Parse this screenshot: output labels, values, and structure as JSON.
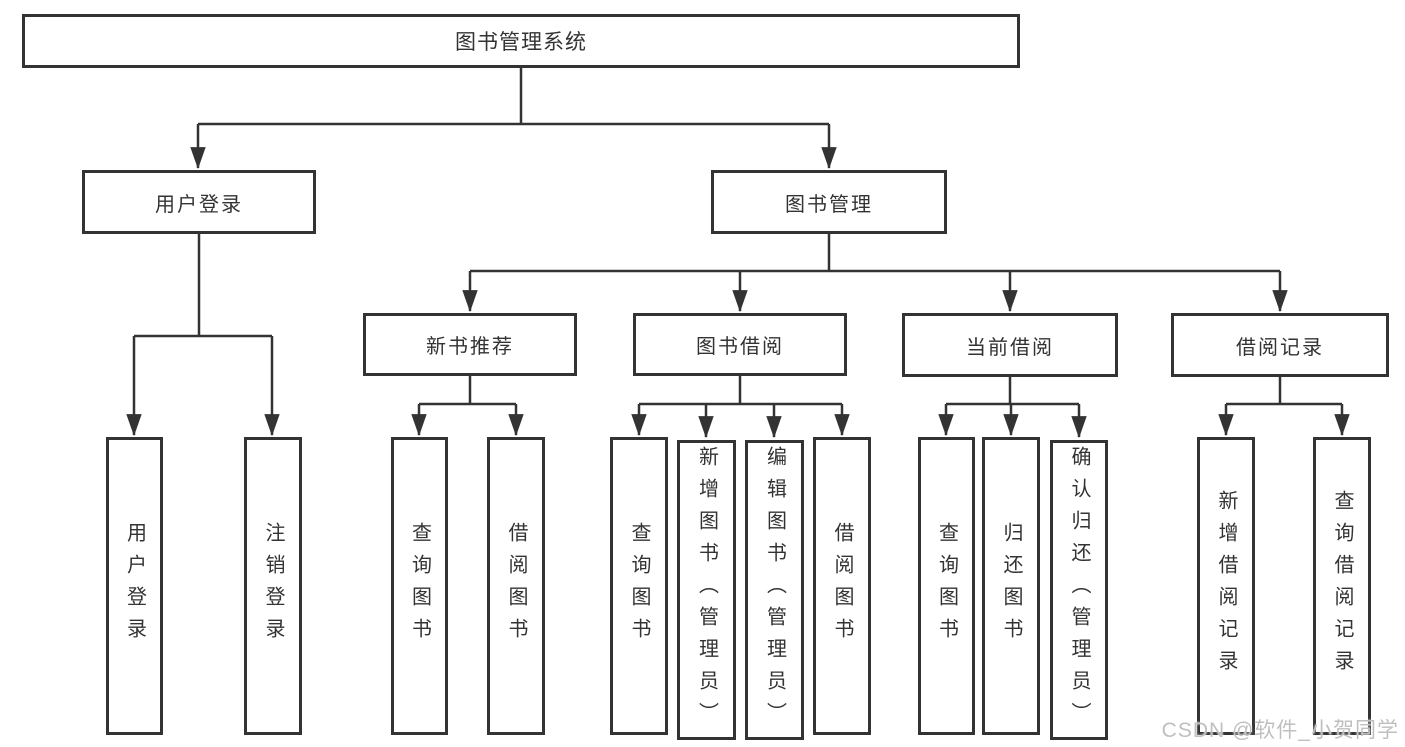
{
  "diagram_title": "图书管理系统",
  "nodes": {
    "root": {
      "label": "图书管理系统"
    },
    "user_login": {
      "label": "用户登录",
      "children": {
        "login": {
          "label": "用户登录"
        },
        "logout": {
          "label": "注销登录"
        }
      }
    },
    "book_management": {
      "label": "图书管理",
      "children": {
        "new_book_recommend": {
          "label": "新书推荐",
          "children": {
            "query_book": {
              "label": "查询图书"
            },
            "borrow_book": {
              "label": "借阅图书"
            }
          }
        },
        "book_borrowing": {
          "label": "图书借阅",
          "children": {
            "query_book": {
              "label": "查询图书"
            },
            "add_book": {
              "label": "新增图书（管理员）"
            },
            "edit_book": {
              "label": "编辑图书（管理员）"
            },
            "borrow_book": {
              "label": "借阅图书"
            }
          }
        },
        "current_borrowing": {
          "label": "当前借阅",
          "children": {
            "query_book": {
              "label": "查询图书"
            },
            "return_book": {
              "label": "归还图书"
            },
            "confirm_return": {
              "label": "确认归还（管理员）"
            }
          }
        },
        "borrowing_records": {
          "label": "借阅记录",
          "children": {
            "add_record": {
              "label": "新增借阅记录"
            },
            "query_record": {
              "label": "查询借阅记录"
            }
          }
        }
      }
    }
  },
  "watermark": {
    "text": "CSDN @软件_小贺同学"
  },
  "colors": {
    "line": "#333333",
    "text": "#333333",
    "box_background": "#ffffff",
    "watermark": "#bfbfbf"
  }
}
